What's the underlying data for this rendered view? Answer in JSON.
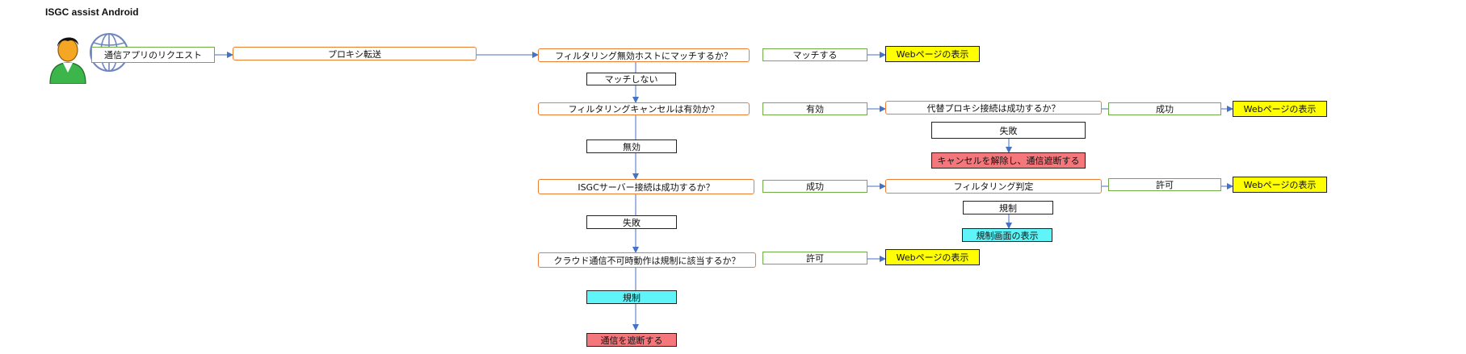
{
  "title": "ISGC assist Android",
  "icons": {
    "user": "user-icon",
    "globe": "globe-icon"
  },
  "colors": {
    "connector": "#4472c4",
    "condition_border": "#ed7d31",
    "result_border": "#70ad47",
    "webpage": "#ffff00",
    "block": "#f4777b",
    "regulated": "#5ff4f7"
  },
  "nodes": {
    "request": "通信アプリのリクエスト",
    "proxy_transfer": "プロキシ転送",
    "filter_disabled_host_q": "フィルタリング無効ホストにマッチするか？",
    "match": "マッチする",
    "web_display_1": "Webページの表示",
    "no_match": "マッチしない",
    "filter_cancel_q": "フィルタリングキャンセルは有効か？",
    "valid": "有効",
    "alt_proxy_q": "代替プロキシ接続は成功するか？",
    "alt_success": "成功",
    "web_display_2": "Webページの表示",
    "alt_fail": "失敗",
    "cancel_release_block": "キャンセルを解除し、通信遮断する",
    "invalid": "無効",
    "isgc_server_q": "ISGCサーバー接続は成功するか？",
    "server_success": "成功",
    "filter_judge": "フィルタリング判定",
    "allow_1": "許可",
    "web_display_3": "Webページの表示",
    "regulation_1": "規制",
    "regulation_screen": "規制画面の表示",
    "server_fail": "失敗",
    "cloud_unavailable_q": "クラウド通信不可時動作は規制に該当するか？",
    "allow_2": "許可",
    "web_display_4": "Webページの表示",
    "regulation_2": "規制",
    "block_comm": "通信を遮断する"
  }
}
